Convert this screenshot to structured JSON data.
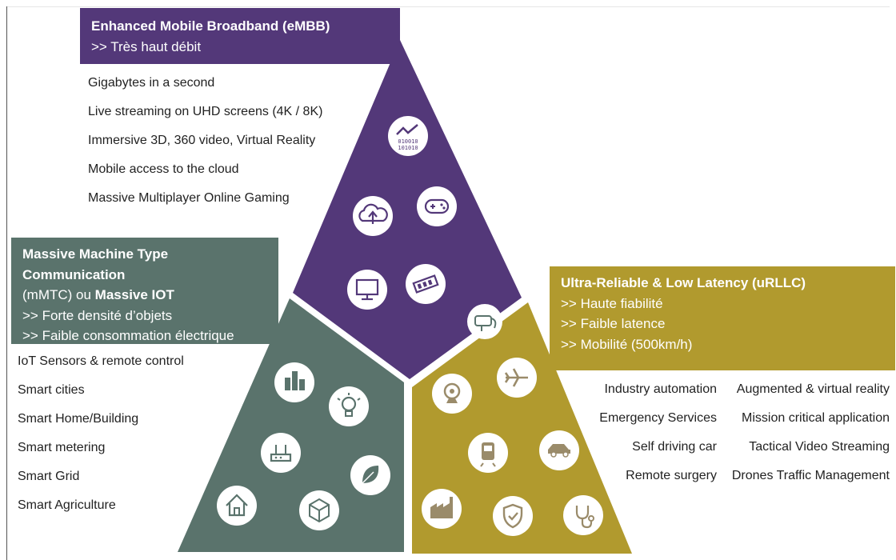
{
  "embb": {
    "title": "Enhanced Mobile Broadband (eMBB)",
    "subtitle": ">> Très haut débit",
    "color": "#533879",
    "items": [
      "Gigabytes in a second",
      "Live streaming on UHD screens (4K / 8K)",
      "Immersive 3D, 360 video, Virtual Reality",
      "Mobile access to the cloud",
      "Massive Multiplayer Online Gaming"
    ],
    "icons": [
      "data-growth-icon",
      "cloud-upload-icon",
      "gamepad-icon",
      "monitor-icon",
      "memory-chip-icon"
    ]
  },
  "mmtc": {
    "title": "Massive Machine Type Communication",
    "line2_prefix": "(mMTC) ou ",
    "line2_bold": "Massive IOT",
    "lines": [
      ">> Forte densité d’objets",
      ">> Faible consommation électrique"
    ],
    "color": "#5a736c",
    "items": [
      "IoT Sensors & remote control",
      "Smart cities",
      "Smart Home/Building",
      "Smart metering",
      "Smart Grid",
      "Smart Agriculture"
    ],
    "icons": [
      "city-buildings-icon",
      "lightbulb-icon",
      "router-icon",
      "leaf-icon",
      "home-icon",
      "cube-network-icon"
    ]
  },
  "urllc": {
    "title": "Ultra-Reliable & Low Latency (uRLLC)",
    "lines": [
      ">> Haute fiabilité",
      ">> Faible latence",
      ">> Mobilité (500km/h)"
    ],
    "color": "#b19a2e",
    "items_left": [
      "Industry automation",
      "Emergency Services",
      "Self driving car",
      "Remote surgery"
    ],
    "items_right": [
      "Augmented & virtual reality",
      "Mission critical application",
      "Tactical Video Streaming",
      "Drones Traffic Management"
    ],
    "icons": [
      "webcam-icon",
      "airplane-icon",
      "train-icon",
      "car-icon",
      "factory-icon",
      "shield-check-icon",
      "stethoscope-icon"
    ]
  },
  "center_icon": "vr-headset-icon"
}
